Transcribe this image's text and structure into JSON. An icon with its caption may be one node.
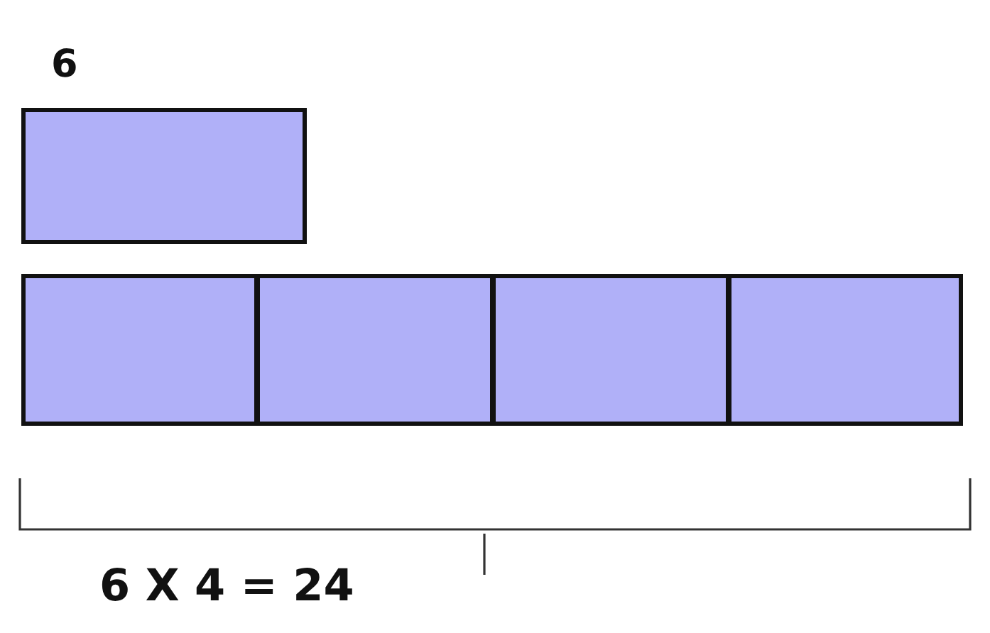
{
  "diagram": {
    "nodes": [
      {
        "text": [
          "6"
        ]
      },
      {
        "text": [],
        "shape": "box"
      },
      {
        "text": [],
        "shape": "box"
      },
      {
        "text": [],
        "shape": "box"
      },
      {
        "text": [],
        "shape": "box"
      }
    ],
    "labels": [
      "6 X 4 = 24"
    ]
  }
}
